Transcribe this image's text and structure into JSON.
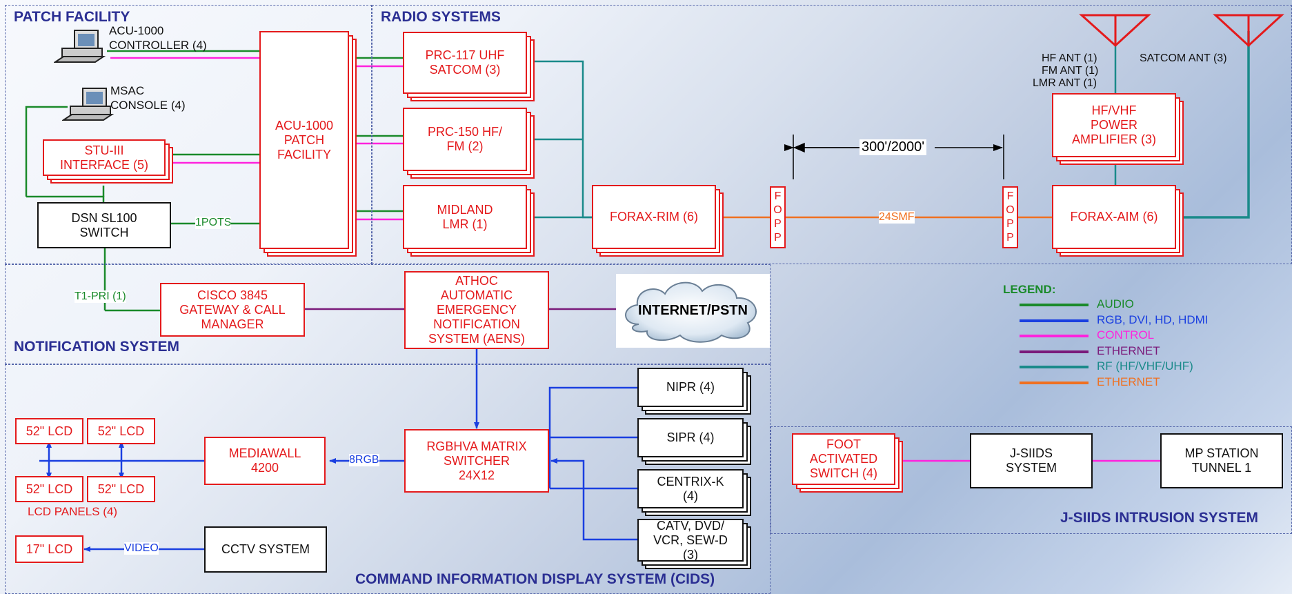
{
  "regions": {
    "patch_facility": "PATCH FACILITY",
    "radio_systems": "RADIO SYSTEMS",
    "notification_system": "NOTIFICATION SYSTEM",
    "cids": "COMMAND INFORMATION DISPLAY SYSTEM (CIDS)",
    "jsiids": "J-SIIDS INTRUSION SYSTEM"
  },
  "patch": {
    "acu_controller": "ACU-1000\nCONTROLLER (4)",
    "msac_console": "MSAC\nCONSOLE (4)",
    "stu_interface": "STU-III\nINTERFACE (5)",
    "dsn_switch": "DSN SL100\nSWITCH",
    "acu_patch": "ACU-1000\nPATCH\nFACILITY",
    "pots_label": "1POTS"
  },
  "radio": {
    "prc117": "PRC-117 UHF\nSATCOM (3)",
    "prc150": "PRC-150 HF/\nFM (2)",
    "midland": "MIDLAND\nLMR (1)",
    "forax_rim": "FORAX-RIM (6)",
    "forax_aim": "FORAX-AIM (6)",
    "fopp": "F\nO\nP\nP",
    "distance": "300'/2000'",
    "fiber": "24SMF",
    "power_amp": "HF/VHF\nPOWER\nAMPLIFIER (3)",
    "ant_hf": "HF ANT (1)",
    "ant_fm": "FM ANT (1)",
    "ant_lmr": "LMR ANT (1)",
    "ant_satcom": "SATCOM ANT (3)"
  },
  "notification": {
    "t1_label": "T1-PRI (1)",
    "cisco": "CISCO 3845\nGATEWAY & CALL\nMANAGER",
    "athoc": "ATHOC\nAUTOMATIC\nEMERGENCY\nNOTIFICATION\nSYSTEM (AENS)",
    "internet": "INTERNET/PSTN"
  },
  "cids": {
    "lcd52": "52\" LCD",
    "lcd_panels": "LCD PANELS (4)",
    "lcd17": "17\" LCD",
    "mediawall": "MEDIAWALL\n4200",
    "rgb_label": "8RGB",
    "matrix": "RGBHVA MATRIX\nSWITCHER\n24X12",
    "nipr": "NIPR (4)",
    "sipr": "SIPR (4)",
    "centrix": "CENTRIX-K\n(4)",
    "catv": "CATV, DVD/\nVCR, SEW-D\n(3)",
    "cctv": "CCTV SYSTEM",
    "video_label": "VIDEO"
  },
  "jsiids": {
    "foot_switch": "FOOT\nACTIVATED\nSWITCH (4)",
    "system": "J-SIIDS\nSYSTEM",
    "mp_station": "MP STATION\nTUNNEL 1"
  },
  "legend": {
    "title": "LEGEND:",
    "items": [
      {
        "label": "AUDIO",
        "color": "#1a8a2a"
      },
      {
        "label": "RGB, DVI, HD, HDMI",
        "color": "#1a3fe0"
      },
      {
        "label": "CONTROL",
        "color": "#ff22dd"
      },
      {
        "label": "ETHERNET",
        "color": "#7a1a7a"
      },
      {
        "label": "RF (HF/VHF/UHF)",
        "color": "#1a8a8a"
      },
      {
        "label": "ETHERNET",
        "color": "#f07020"
      }
    ]
  }
}
